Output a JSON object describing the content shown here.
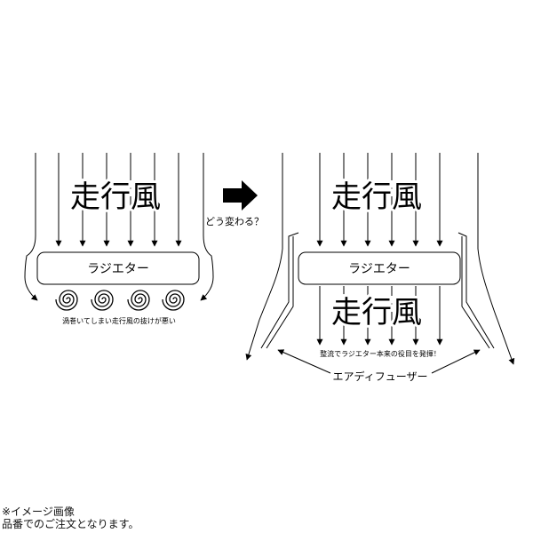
{
  "left": {
    "wind_label": "走行風",
    "radiator_label": "ラジエター",
    "caption": "渦巻いてしまい走行風の抜けが悪い"
  },
  "transition": {
    "label": "どう変わる？"
  },
  "right": {
    "wind_label_top": "走行風",
    "radiator_label": "ラジエター",
    "wind_label_bottom": "走行風",
    "caption": "整流でラジエター本来の役目を発揮！",
    "diffuser_label": "エアディフューザー"
  },
  "notes": {
    "line1": "※イメージ画像",
    "line2": "品番でのご注文となります。"
  }
}
